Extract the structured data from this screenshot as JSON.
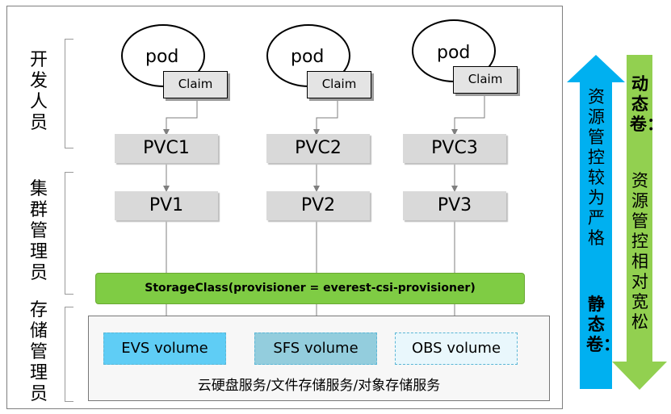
{
  "roles": {
    "developer": "开发人员",
    "cluster_admin": "集群管理员",
    "storage_admin": "存储管理员"
  },
  "columns": [
    {
      "pod": "pod",
      "claim": "Claim",
      "pvc": "PVC1",
      "pv": "PV1",
      "volume": "EVS volume"
    },
    {
      "pod": "pod",
      "claim": "Claim",
      "pvc": "PVC2",
      "pv": "PV2",
      "volume": "SFS volume"
    },
    {
      "pod": "pod",
      "claim": "Claim",
      "pvc": "PVC3",
      "pv": "PV3",
      "volume": "OBS volume"
    }
  ],
  "storage_class": "StorageClass(provisioner = everest-csi-provisioner)",
  "storage_services": "云硬盘服务/文件存储服务/对象存储服务",
  "static_volume": {
    "title": "静态卷：",
    "text": "资源管控较为严格",
    "color": "#00b0f0"
  },
  "dynamic_volume": {
    "title": "动态卷：",
    "text": "资源管控相对宽松",
    "color": "#92d050"
  },
  "colors": {
    "storage_class": "#7fcc44",
    "evs_volume": "#5fcdf5",
    "sfs_volume": "#93cddd",
    "obs_volume": "#e9f7fc"
  }
}
